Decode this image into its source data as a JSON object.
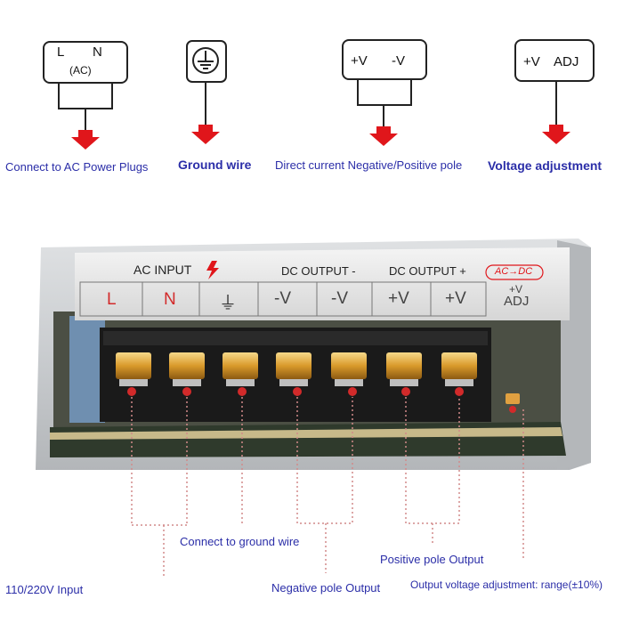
{
  "symbols": {
    "ac": {
      "l": "L",
      "n": "N",
      "sub": "(AC)"
    },
    "dc": {
      "pos": "+V",
      "neg": "-V"
    },
    "adj": {
      "pos": "+V",
      "adj": "ADJ"
    }
  },
  "captions": {
    "ac": "Connect to AC Power Plugs",
    "ground": "Ground wire",
    "dc": "Direct current Negative/Positive pole",
    "adj": "Voltage adjustment"
  },
  "device": {
    "ac_input": "AC INPUT",
    "dc_out_neg": "DC OUTPUT -",
    "dc_out_pos": "DC OUTPUT +",
    "badge": "AC→DC",
    "terminals": [
      "L",
      "N",
      "⏚",
      "-V",
      "-V",
      "+V",
      "+V"
    ],
    "adj_top": "+V",
    "adj_bottom": "ADJ"
  },
  "callouts": {
    "input": "110/220V Input",
    "ground": "Connect to ground wire",
    "negative": "Negative pole Output",
    "positive": "Positive pole Output",
    "adjust": "Output voltage adjustment: range(±10%)"
  },
  "colors": {
    "caption_blue": "#2b2ea8",
    "arrow_red": "#e0161b",
    "terminal_red": "#d22a2a"
  }
}
